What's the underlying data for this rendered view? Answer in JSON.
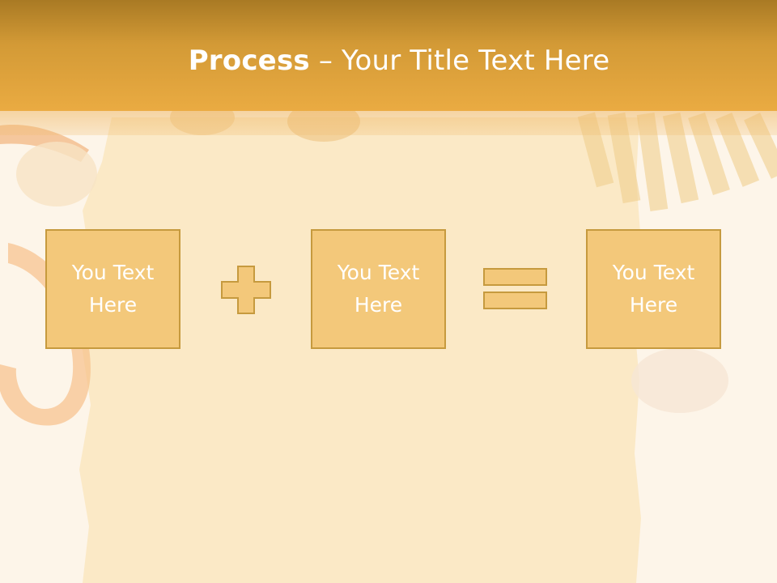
{
  "slide": {
    "title_strong": "Process",
    "title_rest": " – Your Title Text Here"
  },
  "process": {
    "boxes": [
      {
        "label": "You Text Here"
      },
      {
        "label": "You Text Here"
      },
      {
        "label": "You Text Here"
      }
    ],
    "operators": [
      "plus-icon",
      "equals-icon"
    ]
  },
  "colors": {
    "header_top": "#a97a24",
    "header_bottom": "#eaab42",
    "box_fill": "#f3c87a",
    "box_border": "#c69a3e",
    "text": "#ffffff",
    "background": "#fdf5e9"
  }
}
